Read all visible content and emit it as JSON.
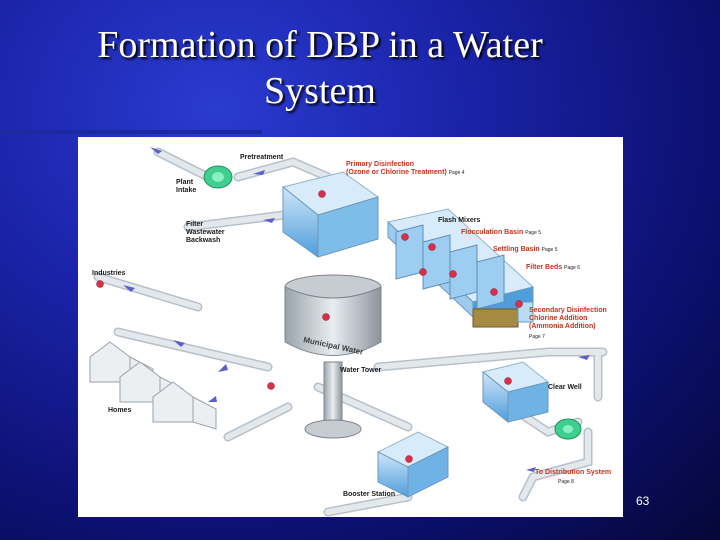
{
  "slide": {
    "title": "Formation of DBP in a Water System",
    "number": "63"
  },
  "diagram": {
    "labels": {
      "pretreatment": "Pretreatment",
      "plant_intake": "Plant Intake",
      "filter_backwash": "Filter Wastewater Backwash",
      "industries": "Industries",
      "homes": "Homes",
      "primary_disinfection": "Primary Disinfection",
      "primary_disinfection_sub": "(Ozone or Chlorine Treatment)",
      "primary_disinfection_page": "Page 4",
      "flash_mixers": "Flash Mixers",
      "flocculation_basin": "Flocculation Basin",
      "flocculation_page": "Page 5",
      "settling_basin": "Settling Basin",
      "settling_page": "Page 5",
      "filter_beds": "Filter Beds",
      "filter_beds_page": "Page 6",
      "secondary_disinfection": "Secondary Disinfection",
      "chlorine_addition": "Chlorine Addition",
      "ammonia_addition": "(Ammonia Addition)",
      "secondary_page": "Page 7",
      "tank_text": "Municipal Water",
      "water_tower": "Water Tower",
      "clear_well": "Clear Well",
      "to_distribution": "To Distribution System",
      "distribution_page": "Page 8",
      "booster_station": "Booster Station"
    },
    "colors": {
      "pipe": "#e3e8ed",
      "pipe_edge": "#b7c0ca",
      "water": "#5aa7e2",
      "basin": "#a9d2f2",
      "pump": "#3fcf8e",
      "marker": "#d6304a",
      "arrow": "#5d5fc9",
      "label_red": "#c8321e"
    }
  }
}
